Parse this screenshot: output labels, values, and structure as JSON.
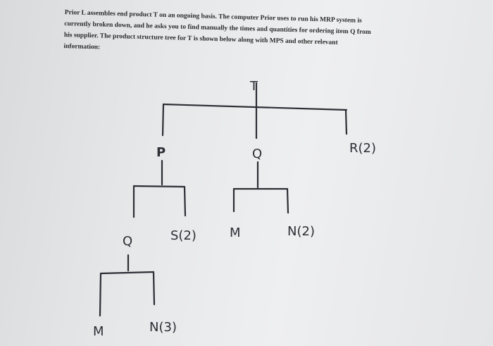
{
  "problem": {
    "lines": [
      "Prior L assembles end product T on an ongoing basis. The computer Prior uses to run his MRP system is",
      "currently broken down, and he asks you to find manually the times and quantities for ordering item Q from",
      "his supplier. The product structure tree for T is shown below along with MPS and other relevant",
      "information:"
    ]
  },
  "tree": {
    "root": "T",
    "level1": {
      "p": "P",
      "q": "Q",
      "r": "R(2)"
    },
    "level2_under_p": {
      "q": "Q",
      "s": "S(2)"
    },
    "level2_under_q": {
      "m": "M",
      "n": "N(2)"
    },
    "level3_under_q": {
      "m": "M",
      "n": "N(3)"
    }
  },
  "colors": {
    "ink": "#2d2d35",
    "text": "#2a2a2a"
  }
}
